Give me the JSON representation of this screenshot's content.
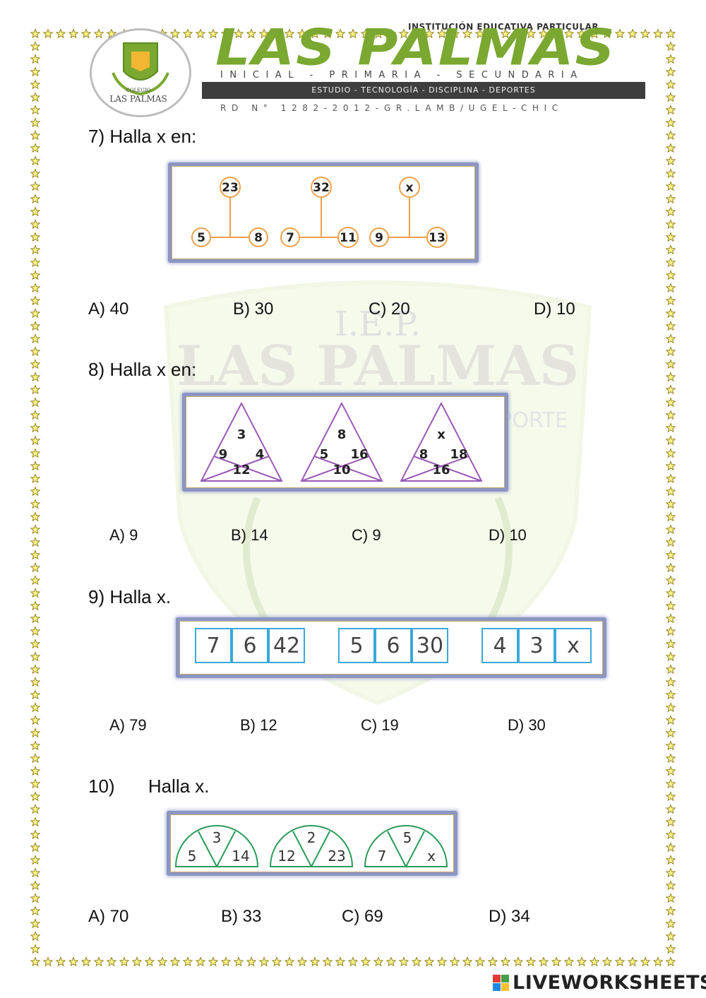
{
  "header": {
    "institution": "INSTITUCIÓN EDUCATIVA PARTICULAR",
    "brand": "LAS PALMAS",
    "levels": "INICIAL - PRIMARIA - SECUNDARIA",
    "values": "ESTUDIO  -  TECNOLOGÍA  -  DISCIPLINA  -  DEPORTES",
    "registration": "RD N° 1282-2012-GR.LAMB/UGEL-CHIC",
    "logo_top": "COLEGIO",
    "logo_name": "LAS PALMAS",
    "colors": {
      "green": "#7aa830",
      "bar": "#3e3e3e"
    }
  },
  "watermark": {
    "line1": "I.E.P.",
    "line2": "LAS PALMAS",
    "line3": "DEPORTE"
  },
  "questions": [
    {
      "number": "7)",
      "prompt": "Halla x en:",
      "figures": [
        {
          "top": "23",
          "left": "5",
          "right": "8"
        },
        {
          "top": "32",
          "left": "7",
          "right": "11"
        },
        {
          "top": "x",
          "left": "9",
          "right": "13"
        }
      ],
      "options": [
        "A) 40",
        "B) 30",
        "C) 20",
        "D) 10"
      ]
    },
    {
      "number": "8)",
      "prompt": "Halla x en:",
      "figures": [
        {
          "top": "3",
          "left": "9",
          "right": "4",
          "bottom": "12"
        },
        {
          "top": "8",
          "left": "5",
          "right": "16",
          "bottom": "10"
        },
        {
          "top": "x",
          "left": "8",
          "right": "18",
          "bottom": "16"
        }
      ],
      "options": [
        "A) 9",
        "B) 14",
        "C) 9",
        "D) 10"
      ]
    },
    {
      "number": "9)",
      "prompt": "Halla x.",
      "groups": [
        [
          "7",
          "6",
          "42"
        ],
        [
          "5",
          "6",
          "30"
        ],
        [
          "4",
          "3",
          "x"
        ]
      ],
      "options": [
        "A) 79",
        "B) 12",
        "C) 19",
        "D) 30"
      ]
    },
    {
      "number": "10)",
      "prompt": "Halla x.",
      "figures": [
        {
          "left": "5",
          "top": "3",
          "right": "14"
        },
        {
          "left": "12",
          "top": "2",
          "right": "23"
        },
        {
          "left": "7",
          "top": "5",
          "right": "x"
        }
      ],
      "options": [
        "A)  70",
        "B) 33",
        "C) 69",
        "D) 34"
      ]
    }
  ],
  "footer": {
    "brand": "LIVEWORKSHEETS"
  }
}
